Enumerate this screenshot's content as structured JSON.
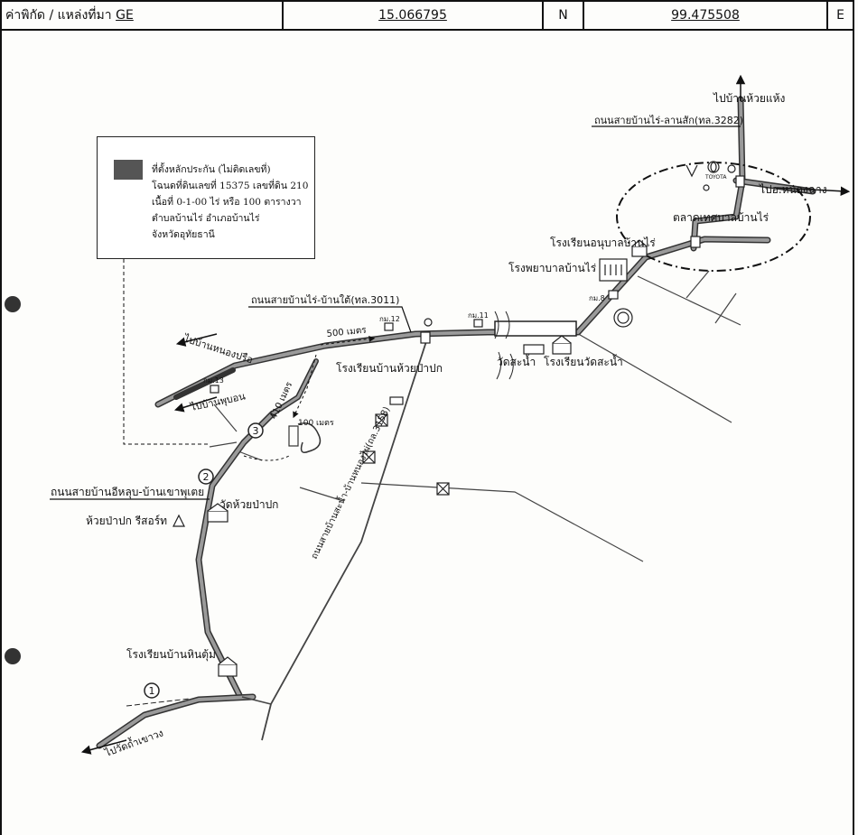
{
  "header": {
    "coord_label": "ค่าพิกัด / แหล่งที่มา",
    "source": "GE",
    "latitude": "15.066795",
    "lat_dir": "N",
    "longitude": "99.475508",
    "lon_dir": "E"
  },
  "legend": {
    "lines": [
      "ที่ตั้งหลักประกัน (ไม่ติดเลขที่)",
      "โฉนดที่ดินเลขที่ 15375  เลขที่ดิน 210",
      "เนื้อที่ 0-1-00 ไร่ หรือ 100 ตารางวา",
      "ตำบลบ้านไร่  อำเภอบ้านไร่",
      "จังหวัดอุทัยธานี"
    ]
  },
  "labels": {
    "to_huay_haeng": "ไปบ้านห้วยแห้ง",
    "road_3282": "ถนนสายบ้านไร่-ลานสัก(ทล.3282)",
    "to_nong_chang": "ไปอ.หนองฉาง",
    "market": "ตลาดเทศบาลบ้านไร่",
    "kindergarten": "โรงเรียนอนุบาลบ้านไร่",
    "hospital": "โรงพยาบาลบ้านไร่",
    "km8": "กม.8",
    "road_3011": "ถนนสายบ้านไร่-บ้านใต้(ทล.3011)",
    "km11": "กม.11",
    "km12": "กม.12",
    "dist_500": "500 เมตร",
    "to_nong_prue": "ไปบ้านหนองปรือ",
    "km13": "กม.13",
    "to_pu_on": "ไปบ้านพุบอน",
    "school_huay_pa_pok": "โรงเรียนบ้านห้วยป่าปก",
    "wat_sa_nam": "วัดสะน้ำ",
    "school_wat_sa_nam": "โรงเรียนวัดสะน้ำ",
    "dist_410": "410 เมตร",
    "dist_100": "100 เมตร",
    "road_3158": "ถนนสายบ้านสะน้ำ-บ้านหนองไผ่(ถล.3158)",
    "road_ihlup": "ถนนสายบ้านอีหลุบ-บ้านเขาพุเตย",
    "resort": "ห้วยป่าปก รีสอร์ท",
    "wat_huay_pa_pok": "วัดห้วยป่าปก",
    "school_hin_tum": "โรงเรียนบ้านหินตุ้ม",
    "to_wat_tham": "ไปวัดถ้ำเขาวง",
    "toyota": "TOYOTA",
    "marker1": "1",
    "marker2": "2",
    "marker3": "3"
  },
  "colors": {
    "road": "#6a6a6a",
    "road_edge": "#3a3a3a",
    "ink": "#111111",
    "swatch": "#555555"
  }
}
